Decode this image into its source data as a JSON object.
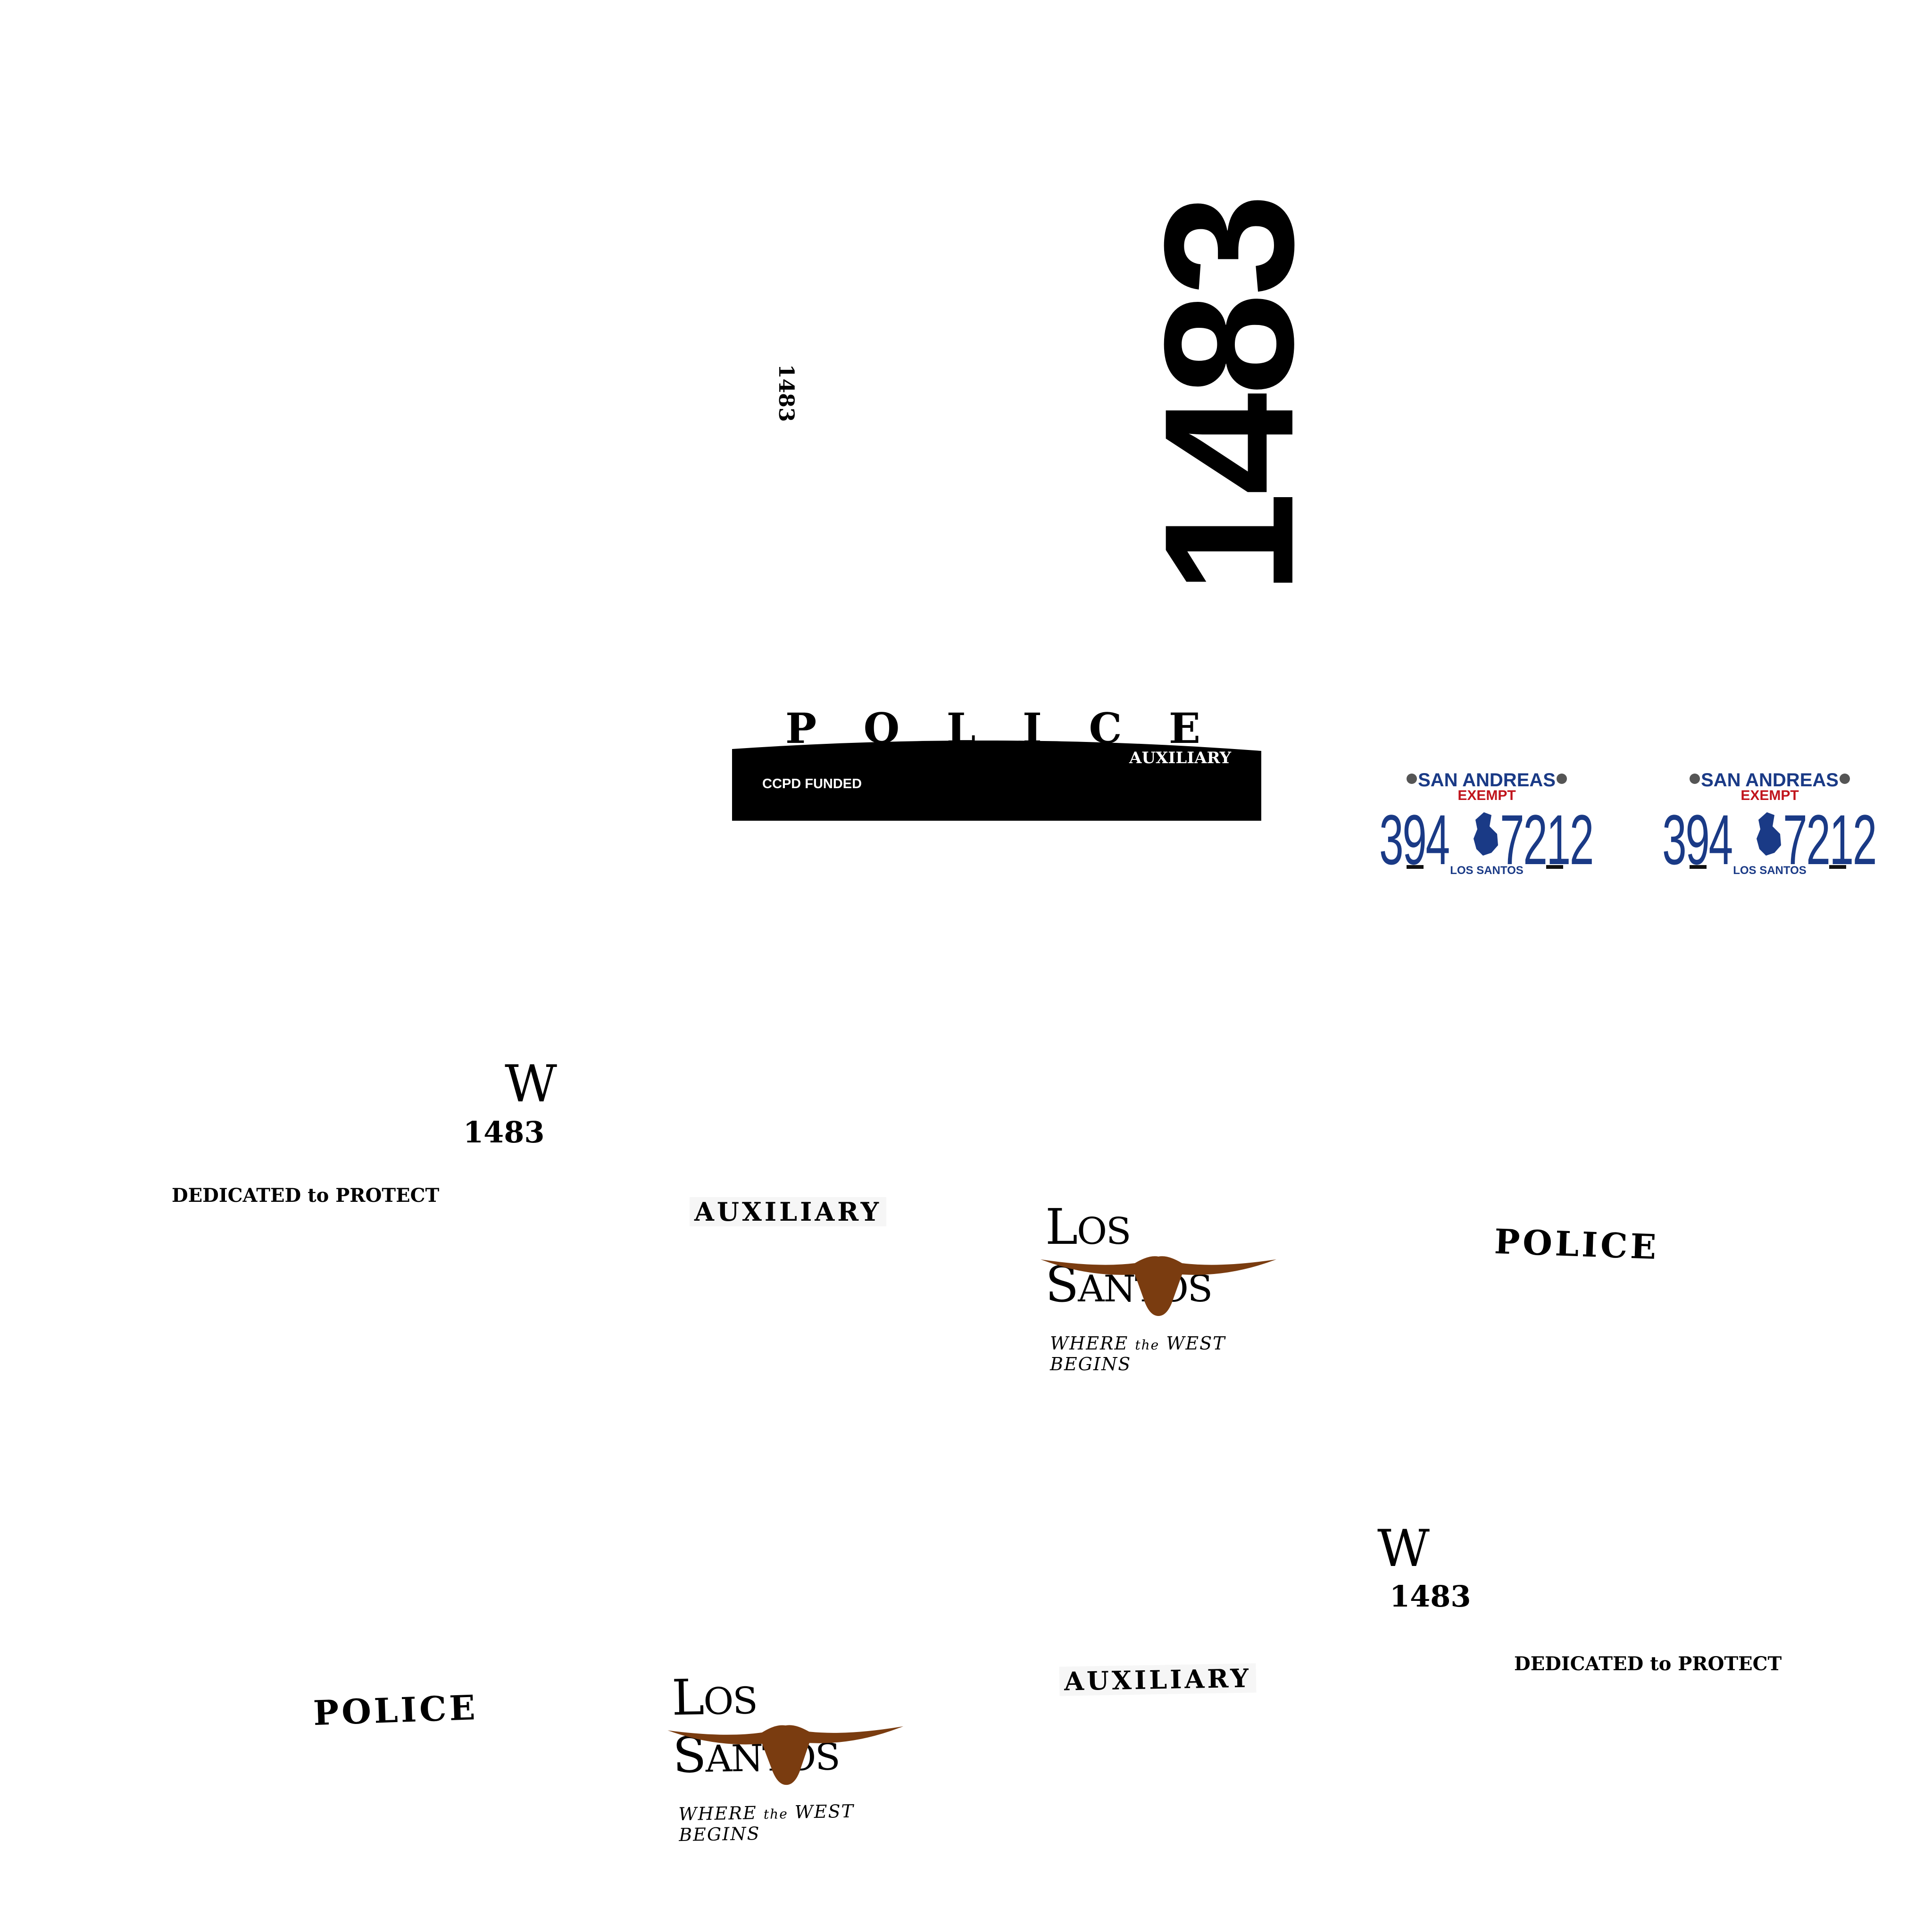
{
  "unit_number": "1483",
  "police_bar": {
    "letters": [
      "P",
      "O",
      "L",
      "I",
      "C",
      "E"
    ],
    "auxiliary": "AUXILIARY",
    "funded": "CCPD FUNDED"
  },
  "plates": [
    {
      "state": "SAN ANDREAS",
      "exempt": "EXEMPT",
      "left": "394",
      "right": "7212",
      "city": "LOS SANTOS"
    },
    {
      "state": "SAN ANDREAS",
      "exempt": "EXEMPT",
      "left": "394",
      "right": "7212",
      "city": "LOS SANTOS"
    }
  ],
  "decals": {
    "w_letter": "W",
    "motto": "DEDICATED to PROTECT",
    "auxiliary": "AUXILIARY",
    "police": "POLICE"
  },
  "city_logo": {
    "title_l": "L",
    "title_os": "OS",
    "title_s": "S",
    "title_antos": "ANTOS",
    "tag_before": "WHERE",
    "tag_the": "the",
    "tag_after": "WEST BEGINS"
  },
  "colors": {
    "plate_blue": "#1a3a86",
    "plate_red": "#c0141c",
    "longhorn_brown": "#7a3c10",
    "bar_black": "#000000"
  }
}
